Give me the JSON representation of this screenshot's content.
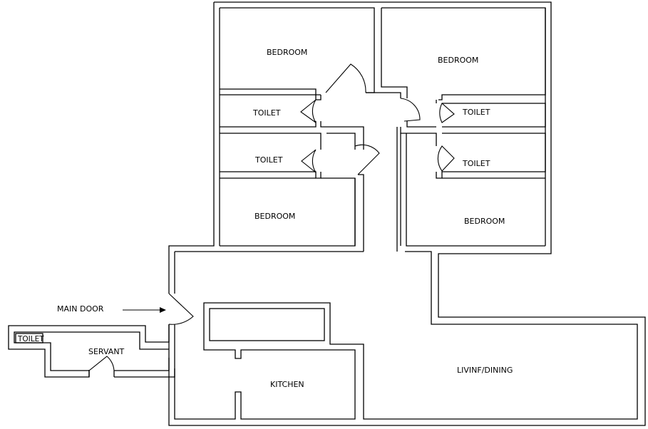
{
  "rooms": {
    "bedroom_top_left": "BEDROOM",
    "bedroom_top_right": "BEDROOM",
    "toilet_mid_left_1": "TOILET",
    "toilet_mid_right_1": "TOILET",
    "toilet_mid_left_2": "TOILET",
    "toilet_mid_right_2": "TOILET",
    "bedroom_lower_left": "BEDROOM",
    "bedroom_lower_right": "BEDROOM",
    "kitchen": "KITCHEN",
    "living_dining": "LIVINF/DINING",
    "servant": "SERVANT",
    "servant_toilet": "TOILET"
  },
  "annotations": {
    "main_door": "MAIN DOOR"
  }
}
